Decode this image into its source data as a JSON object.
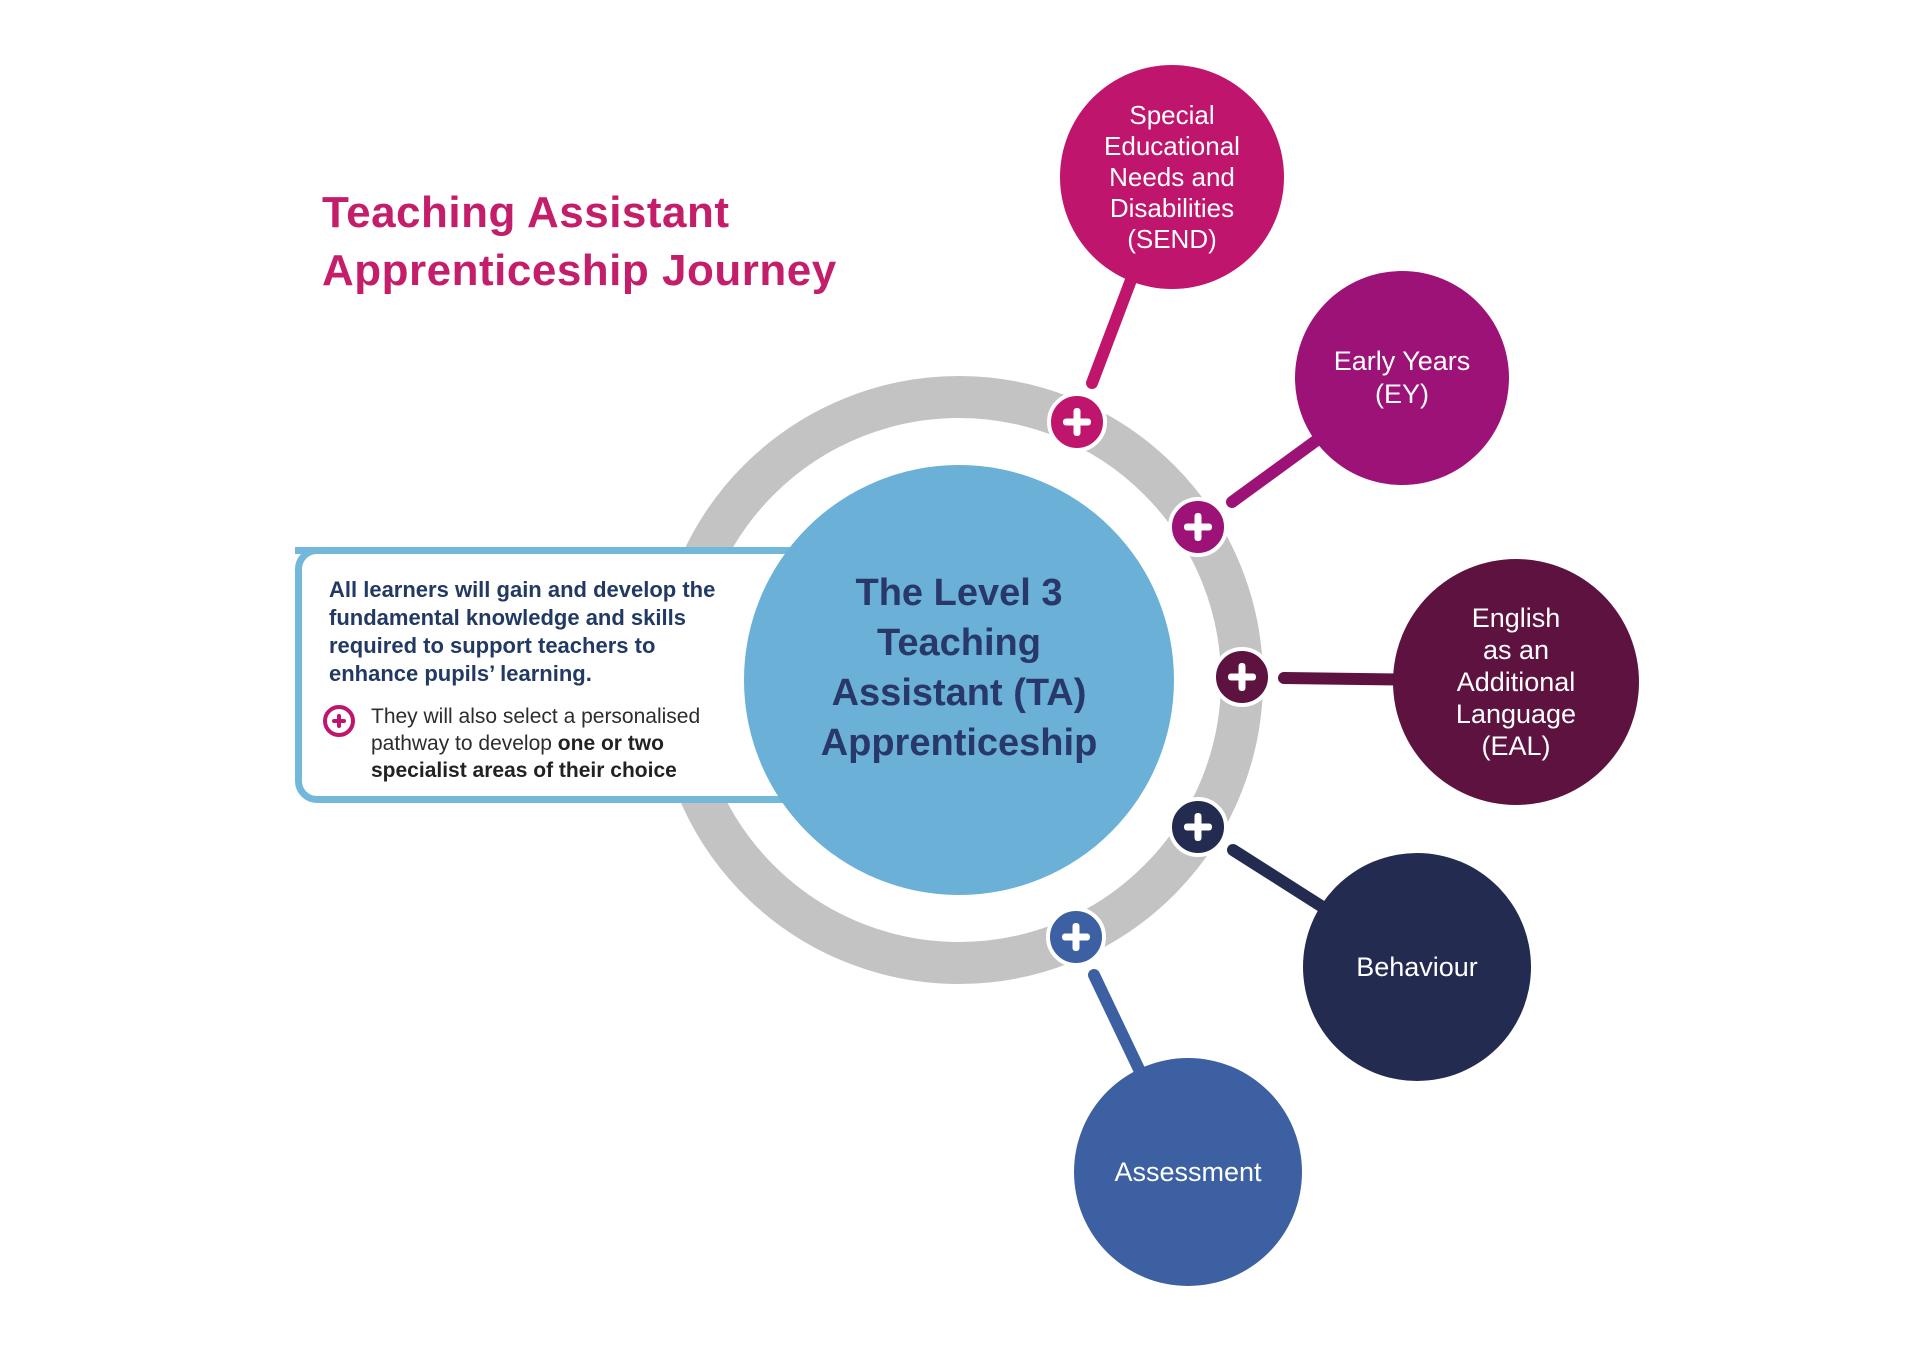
{
  "title": {
    "line1": "Teaching Assistant",
    "line2": "Apprenticeship Journey"
  },
  "info_box": {
    "main_text": "All learners will gain and develop the fundamental knowledge and skills required to support teachers to enhance pupils’ learning.",
    "bullet_text_normal": "They will also select a personalised pathway to develop ",
    "bullet_text_bold": "one or two specialist areas of their choice"
  },
  "central_circle": {
    "label": "The Level 3 Teaching Assistant (TA) Apprenticeship",
    "lines": [
      "The Level 3",
      "Teaching",
      "Assistant (TA)",
      "Apprenticeship"
    ]
  },
  "icons": {
    "plus": "+"
  },
  "pathways": [
    {
      "id": "send",
      "label": "Special Educational Needs and Disabilities (SEND)",
      "lines": [
        "Special",
        "Educational",
        "Needs and",
        "Disabilities",
        "(SEND)"
      ],
      "color": "#c0156d"
    },
    {
      "id": "early-years",
      "label": "Early Years (EY)",
      "lines": [
        "Early Years",
        "(EY)"
      ],
      "color": "#9c1277"
    },
    {
      "id": "eal",
      "label": "English as an Additional Language (EAL)",
      "lines": [
        "English",
        "as an",
        "Additional",
        "Language",
        "(EAL)"
      ],
      "color": "#5d1240"
    },
    {
      "id": "behaviour",
      "label": "Behaviour",
      "lines": [
        "Behaviour"
      ],
      "color": "#232c50"
    },
    {
      "id": "assessment",
      "label": "Assessment",
      "lines": [
        "Assessment"
      ],
      "color": "#3c60a1"
    }
  ],
  "colors": {
    "title_pink": "#c41e6a",
    "ring_gray": "#c3c3c3",
    "central_blue": "#6bb0d6",
    "central_text_navy": "#28386a",
    "box_border_blue": "#72b8da",
    "box_text_navy": "#223a63",
    "bullet_plus_pink": "#c0156d",
    "bullet_text_dark": "#2c2c2c",
    "label_white": "#ffffff"
  }
}
